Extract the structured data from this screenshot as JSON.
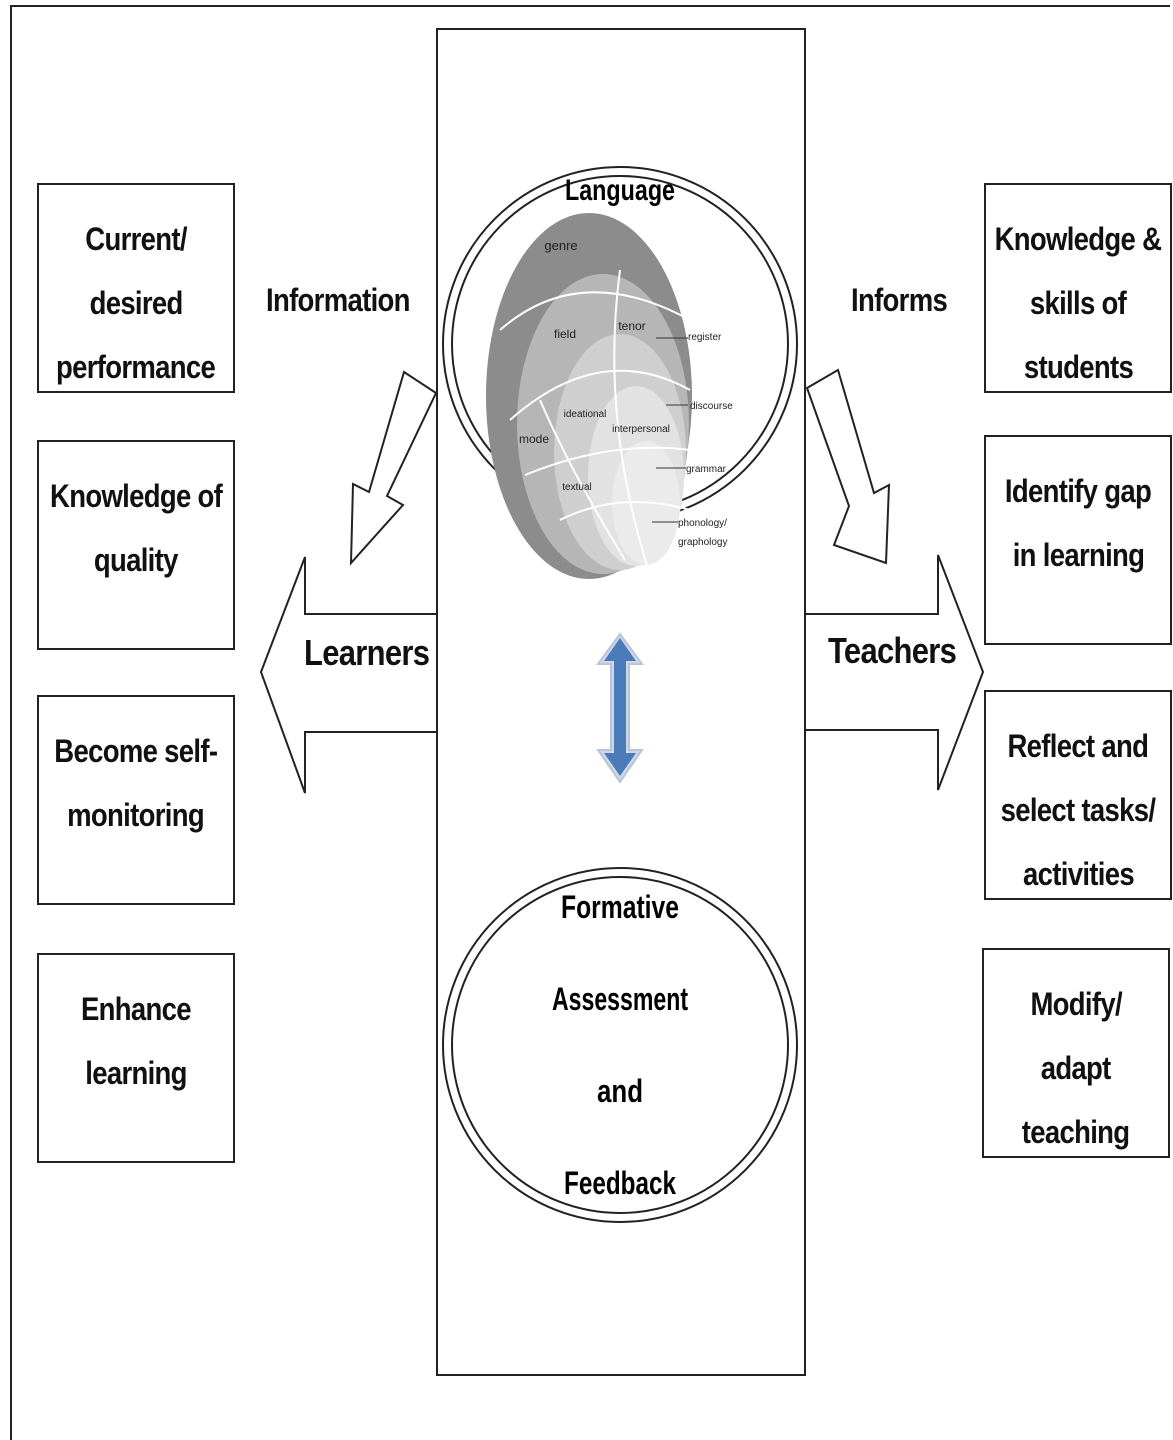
{
  "left_boxes": [
    {
      "lines": [
        "Current/",
        "desired",
        "performance"
      ]
    },
    {
      "lines": [
        "Knowledge of",
        "quality"
      ]
    },
    {
      "lines": [
        "Become self-",
        "monitoring"
      ]
    },
    {
      "lines": [
        "Enhance",
        "learning"
      ]
    }
  ],
  "right_boxes": [
    {
      "lines": [
        "Knowledge &",
        "skills of",
        "students"
      ]
    },
    {
      "lines": [
        "Identify gap",
        "in learning"
      ]
    },
    {
      "lines": [
        "Reflect and",
        "select tasks/",
        "activities"
      ]
    },
    {
      "lines": [
        "Modify/",
        "adapt",
        "teaching"
      ]
    }
  ],
  "labels": {
    "information": "Information",
    "informs": "Informs",
    "learners": "Learners",
    "teachers": "Teachers"
  },
  "language_circle": {
    "title": "Language",
    "genre": "genre",
    "field": "field",
    "tenor": "tenor",
    "mode": "mode",
    "ideational": "ideational",
    "interpersonal": "interpersonal",
    "textual": "textual",
    "register": "register",
    "discourse": "discourse",
    "grammar": "grammar",
    "phonology_1": "phonology/",
    "phonology_2": "graphology"
  },
  "assessment_circle": {
    "lines": [
      "Formative",
      "Assessment",
      "and",
      "Feedback"
    ]
  },
  "colors": {
    "genre_fill": "#8c8c8c",
    "register_fill": "#b4b4b4",
    "meta_fill": "#cdcdcd",
    "inner_fill": "#e2e2e2",
    "arrow_blue": "#4a7ab8",
    "line": "#222222"
  }
}
